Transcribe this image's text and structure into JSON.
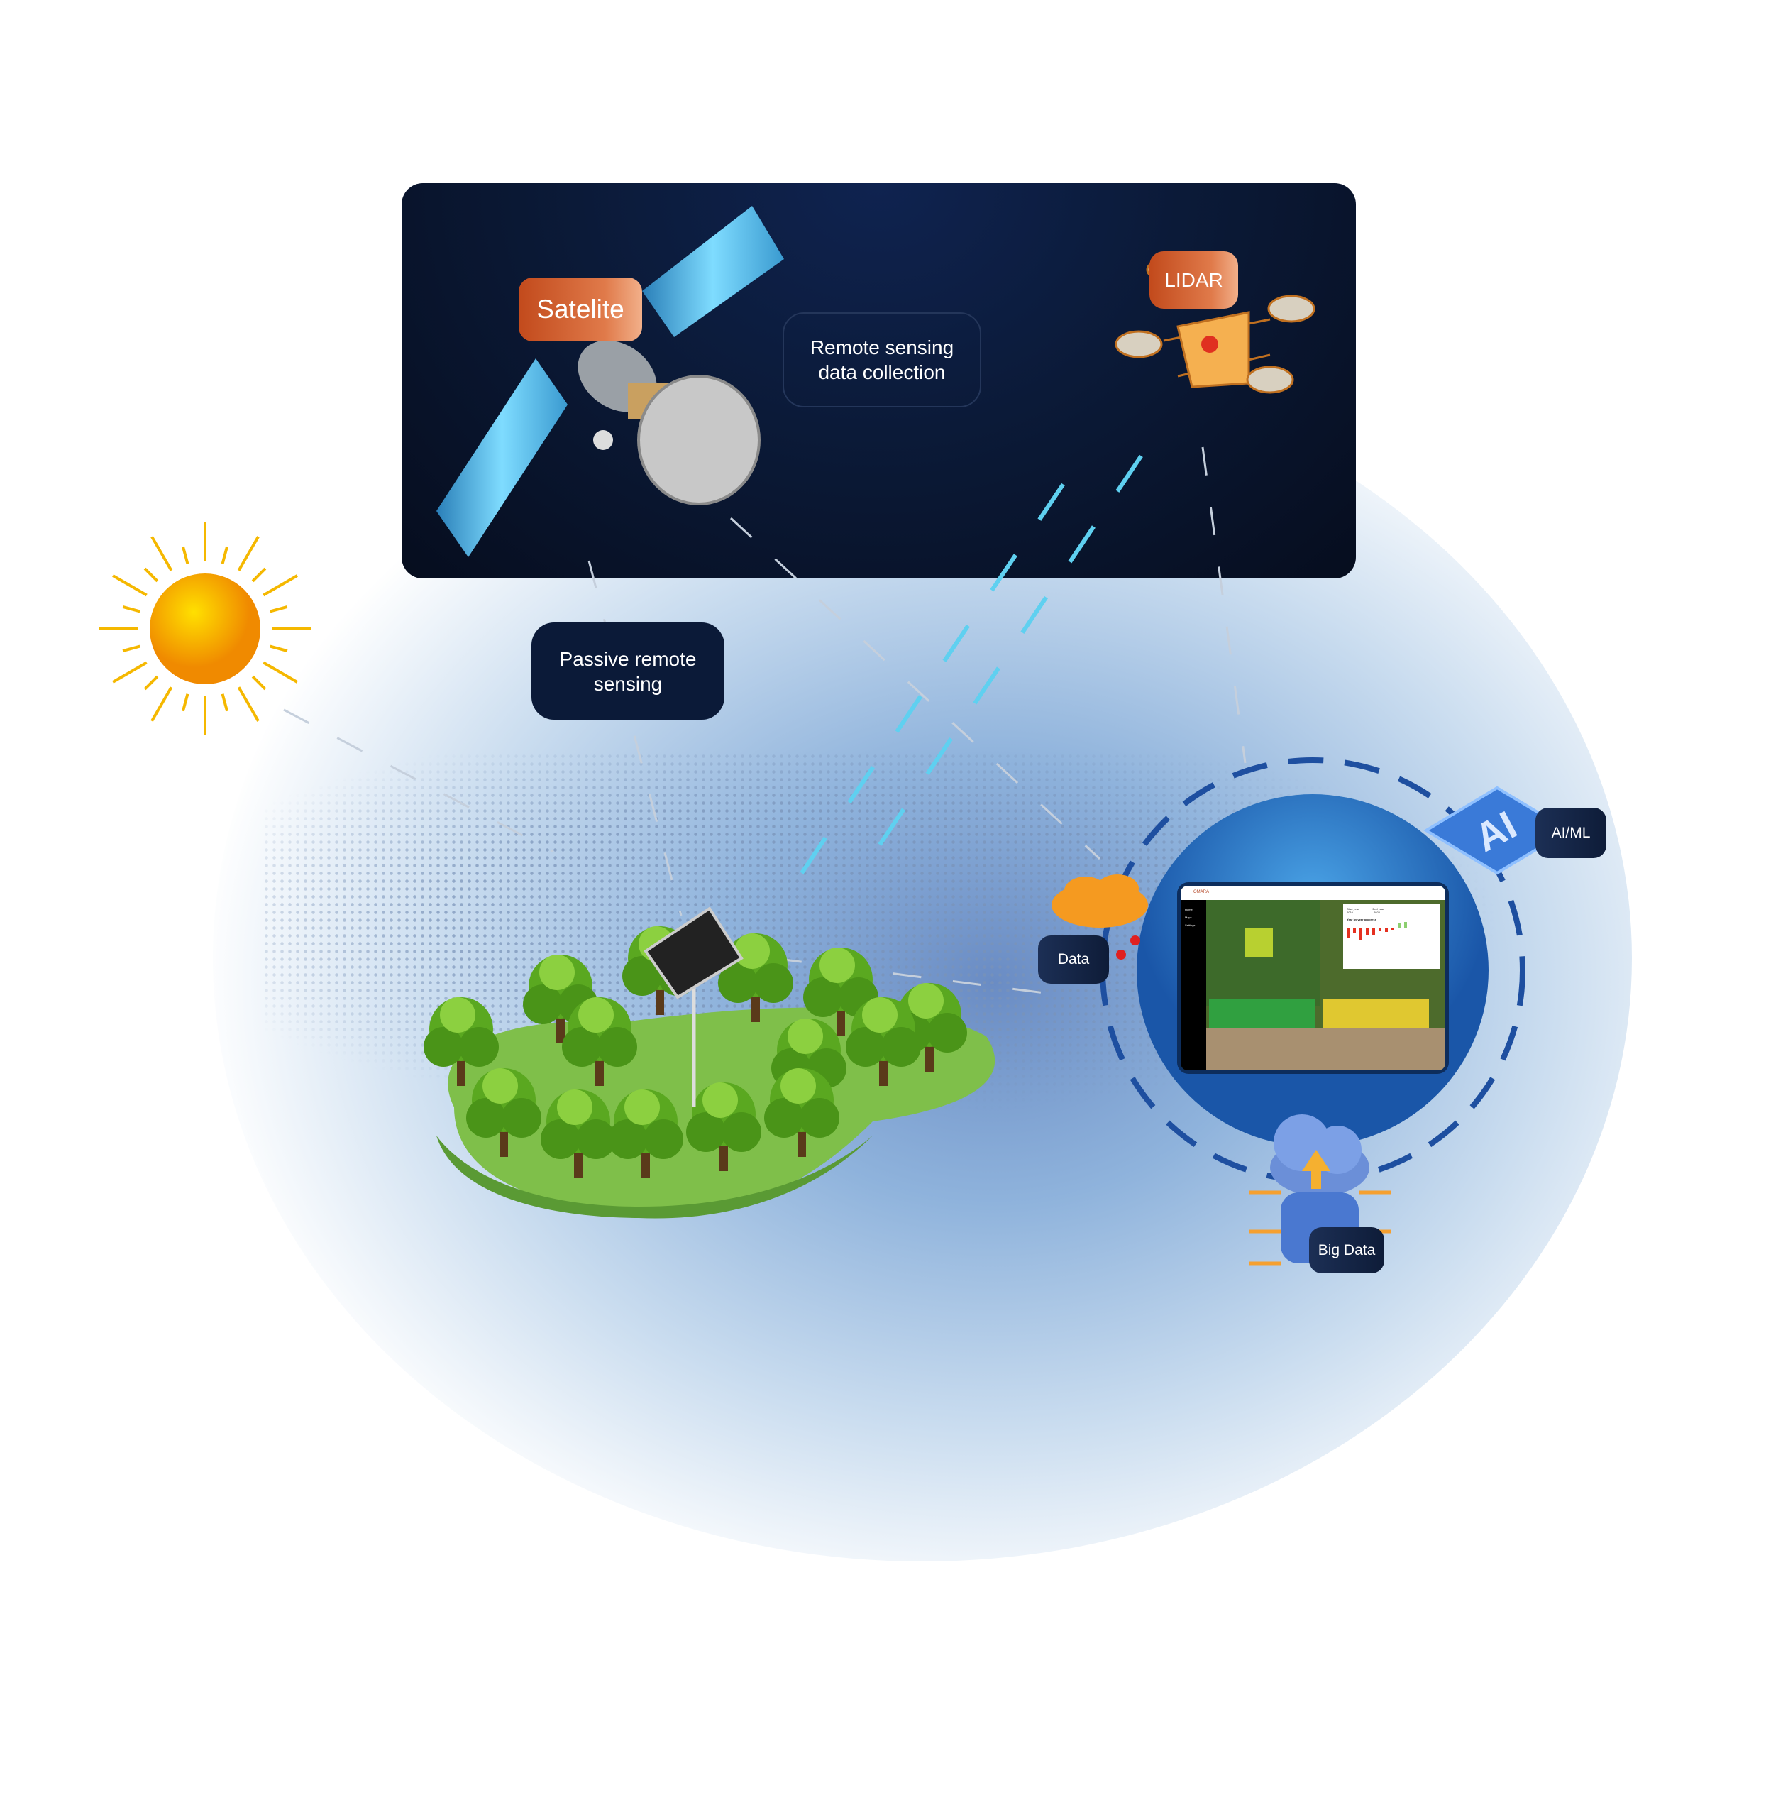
{
  "labels": {
    "satellite": "Satelite",
    "lidar": "LIDAR",
    "remote_sensing": "Remote sensing data collection",
    "passive": "Passive remote sensing",
    "data": "Data",
    "ai_ml": "AI/ML",
    "ai_chip": "AI",
    "big_data": "Big Data"
  },
  "dashboard": {
    "brand": "OMARA",
    "nav": [
      "Home",
      "Maps",
      "Settings"
    ],
    "start_year_label": "Start year",
    "start_year_value": "2010",
    "end_year_label": "End year",
    "end_year_value": "2020",
    "progress_title": "Year by year progress"
  },
  "colors": {
    "panel": "#0b1a38",
    "accent_orange": "#e07a4a",
    "data_stream": "#5fd0f0"
  }
}
